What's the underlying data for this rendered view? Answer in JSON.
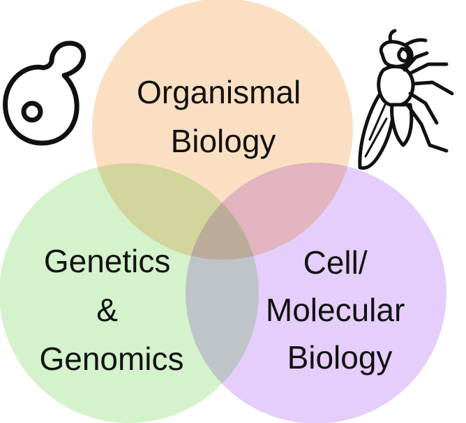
{
  "diagram": {
    "type": "venn",
    "sets": [
      {
        "key": "organismal",
        "lines": [
          "Organismal",
          "Biology"
        ],
        "color": "#f9cc9e"
      },
      {
        "key": "genetics",
        "lines": [
          "Genetics",
          "&",
          "Genomics"
        ],
        "color": "#b9eaab"
      },
      {
        "key": "cell",
        "lines": [
          "Cell/",
          "Molecular",
          "Biology"
        ],
        "color": "#cfa6f7"
      }
    ],
    "icons": [
      {
        "name": "yeast-cell-icon"
      },
      {
        "name": "fruit-fly-icon"
      }
    ]
  }
}
